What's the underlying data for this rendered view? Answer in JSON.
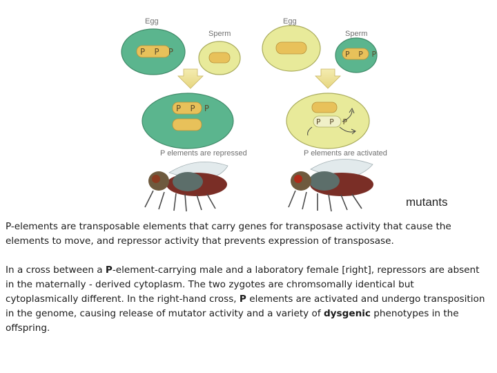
{
  "figure": {
    "left_cross": {
      "egg_label": "Egg",
      "sperm_label": "Sperm",
      "egg_ppp": "P P P",
      "zygote_ppp": "P P P",
      "caption": "P elements are repressed"
    },
    "right_cross": {
      "egg_label": "Egg",
      "sperm_label": "Sperm",
      "sperm_ppp": "P P P",
      "zygote_ppp": "P P P",
      "caption": "P elements are activated"
    },
    "mutants_label": "mutants",
    "colors": {
      "green_cytoplasm": "#5bb58e",
      "yellow_cytoplasm": "#e8ea9a",
      "chromosome": "#e8c15a",
      "arrow": "#f0e49a"
    }
  },
  "text": {
    "para1": "P-elements are transposable elements that carry genes for transposase activity that cause the elements to move, and repressor activity that prevents expression of transposase.",
    "para2": {
      "s1": "In a cross between a ",
      "b1": "P",
      "s2": "-element-carrying male and a laboratory female [right], repressors are absent in the maternally - derived cytoplasm. The two zygotes are chromsomally identical but cytoplasmically different. In the right-hand cross, ",
      "b2": "P",
      "s3": " elements are activated and undergo transposition in the genome, causing release of mutator activity and a variety of ",
      "b3": "dysgenic",
      "s4": " phenotypes in the offspring."
    }
  }
}
